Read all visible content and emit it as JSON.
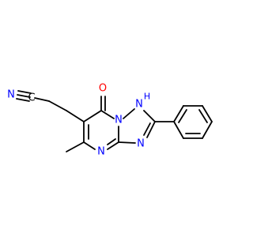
{
  "molecule": {
    "atoms": {
      "O": "O",
      "N1": "N",
      "N1H": "H",
      "N_pyr": "N",
      "N_tri": "N",
      "N_nitrile": "N",
      "C_nitrile": "C"
    },
    "colors": {
      "oxygen": "#ff0000",
      "nitrogen": "#0000ff",
      "carbon": "#000000"
    }
  }
}
